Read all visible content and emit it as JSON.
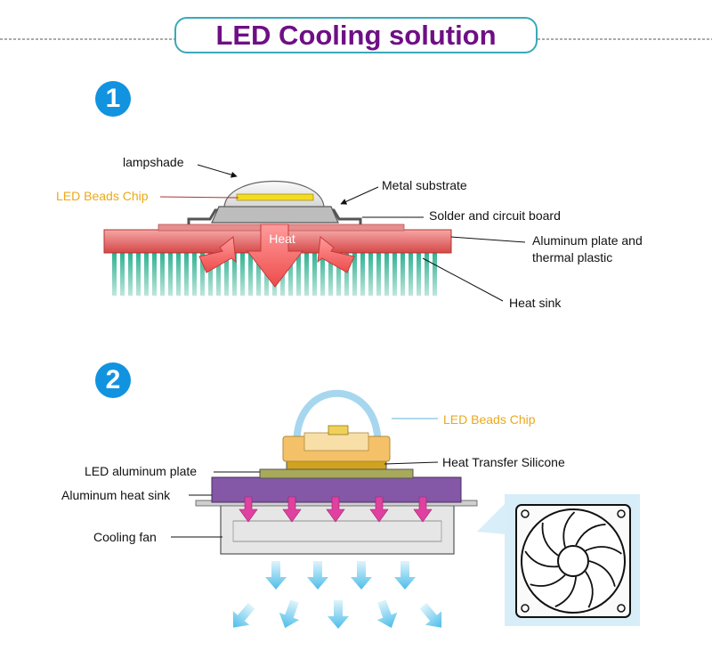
{
  "title": "LED Cooling solution",
  "section1": {
    "number": "1",
    "heat_text": "Heat",
    "labels": {
      "lampshade": "lampshade",
      "led_beads_chip": "LED Beads Chip",
      "metal_substrate": "Metal substrate",
      "solder_circuit_board": "Solder and circuit board",
      "aluminum_plate_line1": "Aluminum plate and",
      "aluminum_plate_line2": "thermal plastic",
      "heat_sink": "Heat sink"
    }
  },
  "section2": {
    "number": "2",
    "labels": {
      "led_beads_chip": "LED Beads Chip",
      "heat_transfer_silicone": "Heat Transfer Silicone",
      "led_aluminum_plate": "LED aluminum plate",
      "aluminum_heat_sink": "Aluminum heat sink",
      "cooling_fan": "Cooling fan"
    }
  },
  "colors": {
    "title_text": "#6e0f86",
    "title_border": "#39a9b9",
    "badge": "#1193e0",
    "gold_label": "#eba91a",
    "heat_arrow": "#f25a5a",
    "fin_green": "#1f9a80",
    "purple_sink": "#8458a6",
    "pink_arrow": "#e0409f",
    "air_arrow": "#5cc4ee"
  }
}
